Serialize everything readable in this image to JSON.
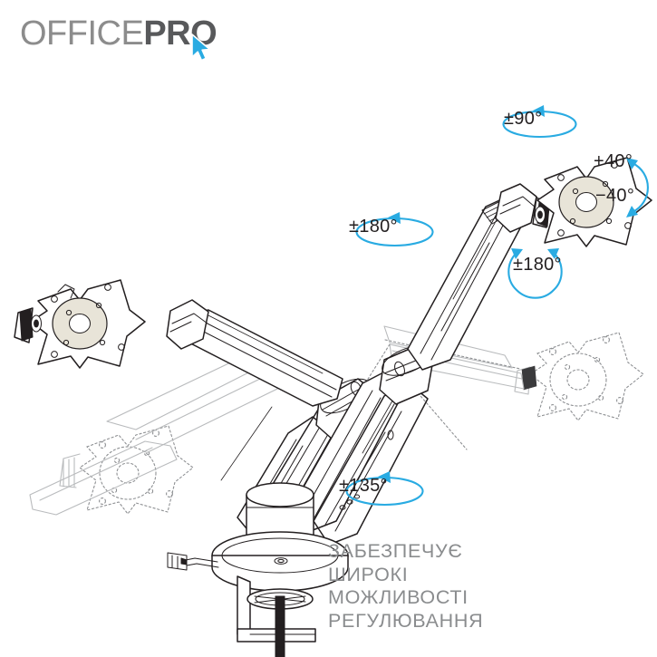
{
  "brand": {
    "name_light": "OFFICE",
    "name_bold": "PRO",
    "cursor_icon": "cursor-arrow-icon",
    "light_color": "#8c8c8c",
    "bold_color": "#58595b",
    "accent_color": "#29abe2"
  },
  "illustration": {
    "subject": "dual-monitor-gas-spring-desk-mount",
    "line_color": "#231f20",
    "ghost_color": "#b9bbbd",
    "vesa_ring_color": "#e8e4d8"
  },
  "annotations": [
    {
      "id": "tilt-head-rotation",
      "label": "±90°",
      "arrow": "ellipse-arrow",
      "color": "#29abe2"
    },
    {
      "id": "upper-arm-rotation",
      "label": "±180°",
      "arrow": "ellipse-arrow",
      "color": "#29abe2"
    },
    {
      "id": "screen-tilt-up",
      "label": "+40°",
      "arrow": "arc-arrow",
      "color": "#29abe2"
    },
    {
      "id": "screen-tilt-down",
      "label": "−40°",
      "arrow": "arc-arrow",
      "color": "#29abe2"
    },
    {
      "id": "screen-pivot",
      "label": "±180°",
      "arrow": "circle-arrow",
      "color": "#29abe2"
    },
    {
      "id": "base-rotation",
      "label": "±135°",
      "arrow": "ellipse-arrow",
      "color": "#29abe2"
    }
  ],
  "tagline": {
    "lines": [
      "ЗАБЕЗПЕЧУЄ",
      "ШИРОКІ",
      "МОЖЛИВОСТІ",
      "РЕГУЛЮВАННЯ"
    ],
    "color": "#8a8c8e"
  }
}
